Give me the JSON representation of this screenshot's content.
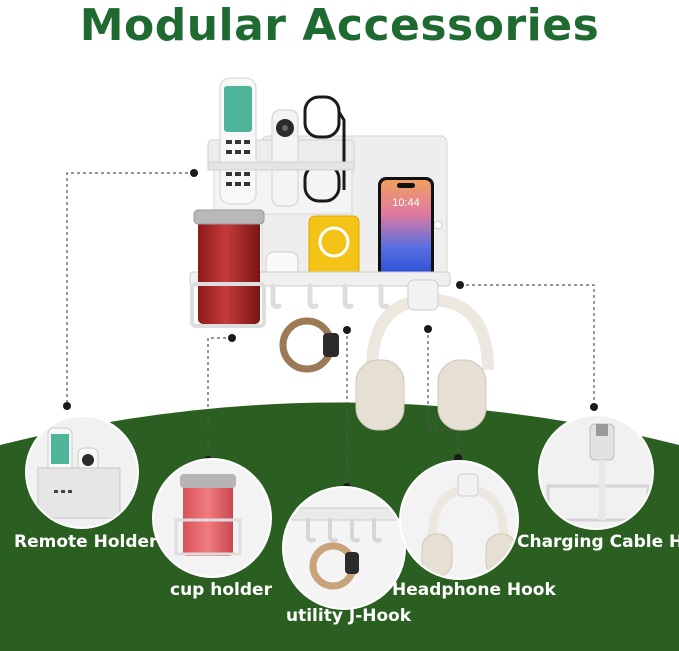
{
  "title": "Modular Accessories",
  "colors": {
    "title": "#1e6a31",
    "band": "#2b5f22",
    "label_text": "#ffffff"
  },
  "phone_time": "10:44",
  "labels": {
    "remote": "Remote Holder",
    "cup": "cup holder",
    "jhook": "utility J-Hook",
    "headphone": "Headphone Hook",
    "charging": "Charging Cable Hole"
  }
}
